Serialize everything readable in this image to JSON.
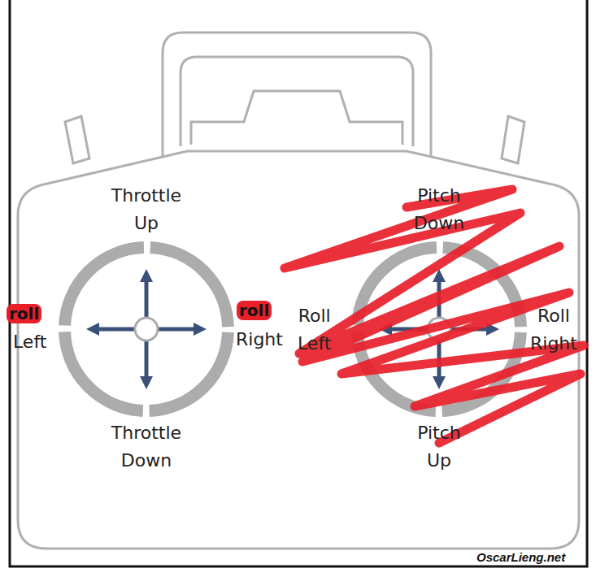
{
  "diagram": {
    "labels": [
      "Throttle Up",
      "roll",
      "Left",
      "roll",
      "Right",
      "Throttle Down",
      "Pitch Down",
      "Roll Left",
      "Roll Right",
      "Pitch Up",
      "OscarLieng.net"
    ]
  }
}
